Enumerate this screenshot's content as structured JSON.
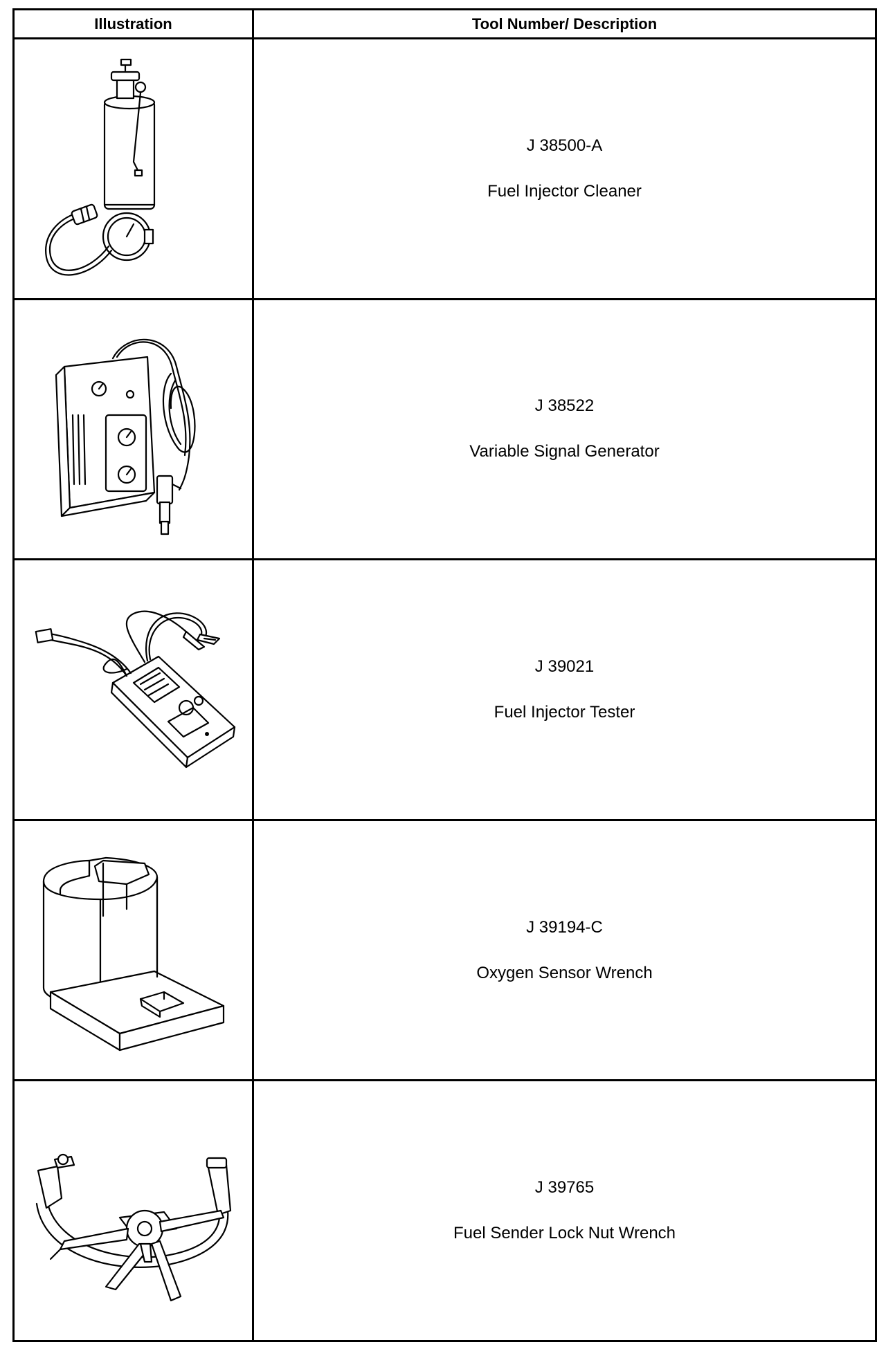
{
  "headers": {
    "illustration": "Illustration",
    "description": "Tool Number/ Description"
  },
  "tools": [
    {
      "number": "J 38500-A",
      "description": "Fuel Injector Cleaner",
      "icon": "fuel-injector-cleaner-icon"
    },
    {
      "number": "J 38522",
      "description": "Variable Signal Generator",
      "icon": "signal-generator-icon"
    },
    {
      "number": "J 39021",
      "description": "Fuel Injector Tester",
      "icon": "injector-tester-icon"
    },
    {
      "number": "J 39194-C",
      "description": "Oxygen Sensor Wrench",
      "icon": "oxygen-sensor-wrench-icon"
    },
    {
      "number": "J 39765",
      "description": "Fuel Sender Lock Nut Wrench",
      "icon": "lock-nut-wrench-icon"
    }
  ]
}
